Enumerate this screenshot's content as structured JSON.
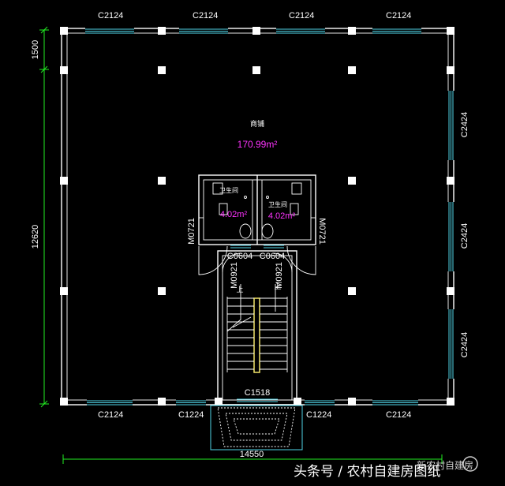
{
  "windows_top": [
    "C2124",
    "C2124",
    "C2124",
    "C2124"
  ],
  "windows_right": [
    "C2424",
    "C2424",
    "C2424"
  ],
  "windows_bottom": [
    "C2124",
    "C1224",
    "C1224",
    "C2124"
  ],
  "dimensions": {
    "top_segment": "1500",
    "left_total": "12620",
    "bottom_total": "14550"
  },
  "rooms": {
    "shop": {
      "name": "商铺",
      "area": "170.99m²"
    },
    "toilet_left": {
      "name": "卫生间",
      "area": "4.02m²"
    },
    "toilet_right": {
      "name": "卫生间",
      "area": "4.02m²"
    }
  },
  "doors": {
    "left_outer": "M0721",
    "right_outer": "M0721",
    "left_stair": "M0921",
    "right_stair": "M0921"
  },
  "small_windows": {
    "left": "C0604",
    "right": "C0604"
  },
  "stair_window": "C1518",
  "stair_mark_left": "上",
  "stair_mark_right": "上",
  "watermark": {
    "left": "头条号 / 农村自建房图纸",
    "right": "新农村自建房"
  },
  "colors": {
    "background": "#000000",
    "walls": "#ffffff",
    "windows": "#4fd3e6",
    "dimension_lines": "#22ee22",
    "area_text": "#ff33ff",
    "stair_rail": "#f2e66b"
  }
}
